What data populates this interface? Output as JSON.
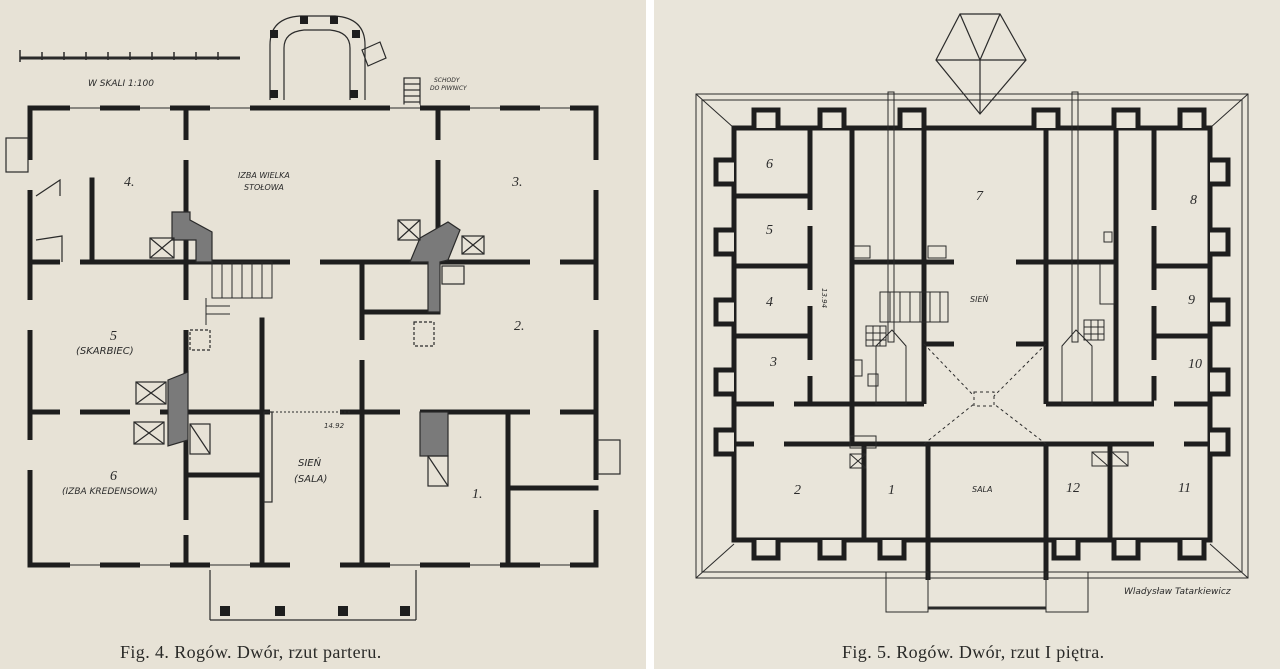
{
  "left_plan": {
    "caption": "Fig. 4. Rogów. Dwór, rzut parteru.",
    "scale_label": "W SKALI 1:100",
    "stairs_label_1": "SCHODY",
    "stairs_label_2": "DO PIWNICY",
    "rooms": {
      "r4": "4.",
      "r3": "3.",
      "izba_wielka_1": "IZBA WIELKA",
      "izba_wielka_2": "STOŁOWA",
      "r5": "5",
      "r5_name": "(SKARBIEC)",
      "r2": "2.",
      "sien": "SIEŃ",
      "sala": "(SALA)",
      "r6": "6",
      "r6_name": "(IZBA KREDENSOWA)",
      "r1": "1.",
      "dim": "14.92"
    }
  },
  "right_plan": {
    "caption": "Fig. 5. Rogów. Dwór, rzut I piętra.",
    "signature": "Wladysław Tatarkiewicz",
    "rooms": {
      "r6": "6",
      "r5": "5",
      "r4": "4",
      "r3": "3",
      "r7": "7",
      "r8": "8",
      "r9": "9",
      "r10": "10",
      "sien": "SIEŃ",
      "r2": "2",
      "r1": "1",
      "sala": "SALA",
      "r12": "12",
      "r11": "11",
      "dim": "13.94"
    }
  },
  "colors": {
    "paper_left": "#e7e2d6",
    "paper_right": "#e9e5da",
    "ink": "#1e1e1e",
    "hatch": "#6f6f6f"
  }
}
